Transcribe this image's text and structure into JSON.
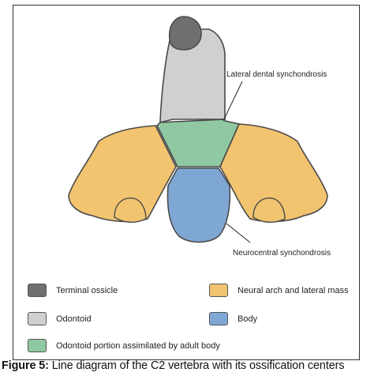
{
  "diagram": {
    "labels": {
      "lateral_dental": "Lateral dental synchondrosis",
      "neurocentral": "Neurocentral synchondrosis"
    },
    "colors": {
      "terminal_ossicle": "#6f706e",
      "odontoid": "#cfd0d2",
      "odontoid_portion": "#8fc8a2",
      "neural_arch": "#f2c46f",
      "body": "#7fa7d4",
      "outline": "#4a4a4a"
    }
  },
  "legend": [
    {
      "label": "Terminal ossicle",
      "color": "#6f706e"
    },
    {
      "label": "Neural arch and lateral mass",
      "color": "#f2c46f"
    },
    {
      "label": "Odontoid",
      "color": "#cfd0d2"
    },
    {
      "label": "Body",
      "color": "#7fa7d4"
    },
    {
      "label": "Odontoid portion assimilated by adult body",
      "color": "#8fc8a2"
    }
  ],
  "caption": {
    "label": "Figure 5:",
    "text": " Line diagram of the C2 vertebra with its ossification centers"
  }
}
